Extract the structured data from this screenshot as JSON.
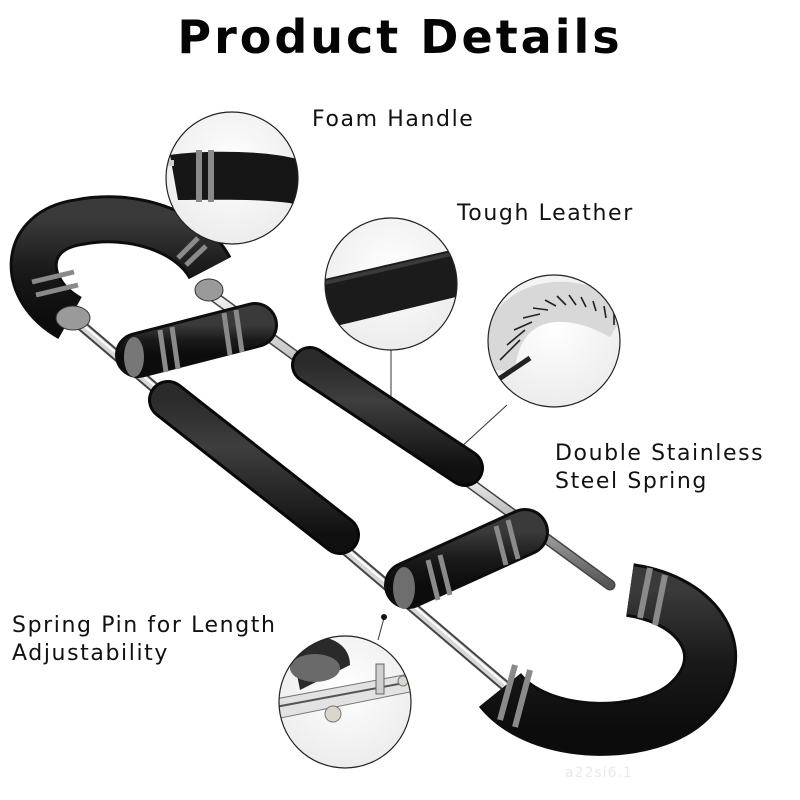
{
  "header": {
    "title": "Product Details"
  },
  "callouts": [
    {
      "id": "foam-handle",
      "label": "Foam Handle",
      "icon": "foam-handle-closeup"
    },
    {
      "id": "tough-leather",
      "label": "Tough Leather",
      "icon": "leather-grip-closeup"
    },
    {
      "id": "spring",
      "lines": [
        "Double Stainless",
        "Steel Spring"
      ],
      "icon": "steel-spring-closeup"
    },
    {
      "id": "spring-pin",
      "lines": [
        "Spring Pin for Length",
        "Adjustability"
      ],
      "icon": "spring-pin-closeup"
    }
  ],
  "product": {
    "name": "forearm-wrist-exerciser",
    "colors": {
      "foam": "#1c1c1c",
      "stripe": "#8a8a8a",
      "steel": "#c9c9c9",
      "leather": "#222222"
    }
  },
  "watermark": "a22si6.1"
}
